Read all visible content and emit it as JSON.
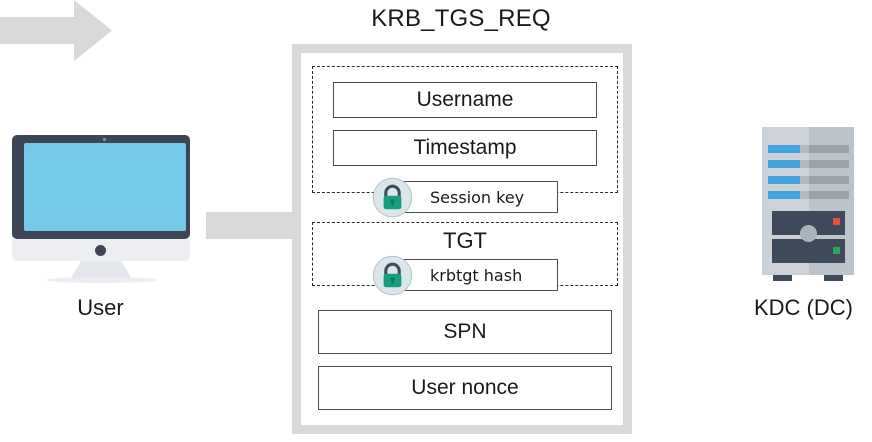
{
  "diagram": {
    "title": "KRB_TGS_REQ",
    "type": "kerberos-protocol-message-diagram"
  },
  "left_node": {
    "label": "User",
    "icon": "desktop-monitor-icon",
    "screen_color": "#74c8e8",
    "bezel_color": "#3e4555"
  },
  "right_node": {
    "label": "KDC (DC)",
    "icon": "server-tower-icon",
    "led_bar_color": "#42a5e0",
    "status_led_red": "#e8503a",
    "status_led_green": "#2fa260"
  },
  "arrows": {
    "inbound": {
      "name": "arrow-user-to-packet",
      "color": "#d9d9d9",
      "direction": "right"
    },
    "outbound": {
      "name": "arrow-packet-to-kdc",
      "color": "#d9d9d9",
      "direction": "right"
    }
  },
  "packet": {
    "border_color": "#d9d9d9",
    "groups": [
      {
        "name": "credentials-group",
        "style": "dashed",
        "fields": [
          "Username",
          "Timestamp"
        ],
        "encrypted_with": "Session key"
      },
      {
        "name": "tgt-group",
        "style": "dashed",
        "label": "TGT",
        "encrypted_with": "krbtgt hash"
      }
    ],
    "fields": {
      "username": "Username",
      "timestamp": "Timestamp",
      "tgt": "TGT",
      "spn": "SPN",
      "user_nonce": "User nonce"
    },
    "encryption_rows": [
      {
        "icon": "lock-icon",
        "label": "Session key"
      },
      {
        "icon": "lock-icon",
        "label": "krbtgt hash"
      }
    ]
  },
  "lock_icon": {
    "circle_color": "#dce6ea",
    "body_color": "#14a07c",
    "shackle_color": "#3d4f5c"
  }
}
